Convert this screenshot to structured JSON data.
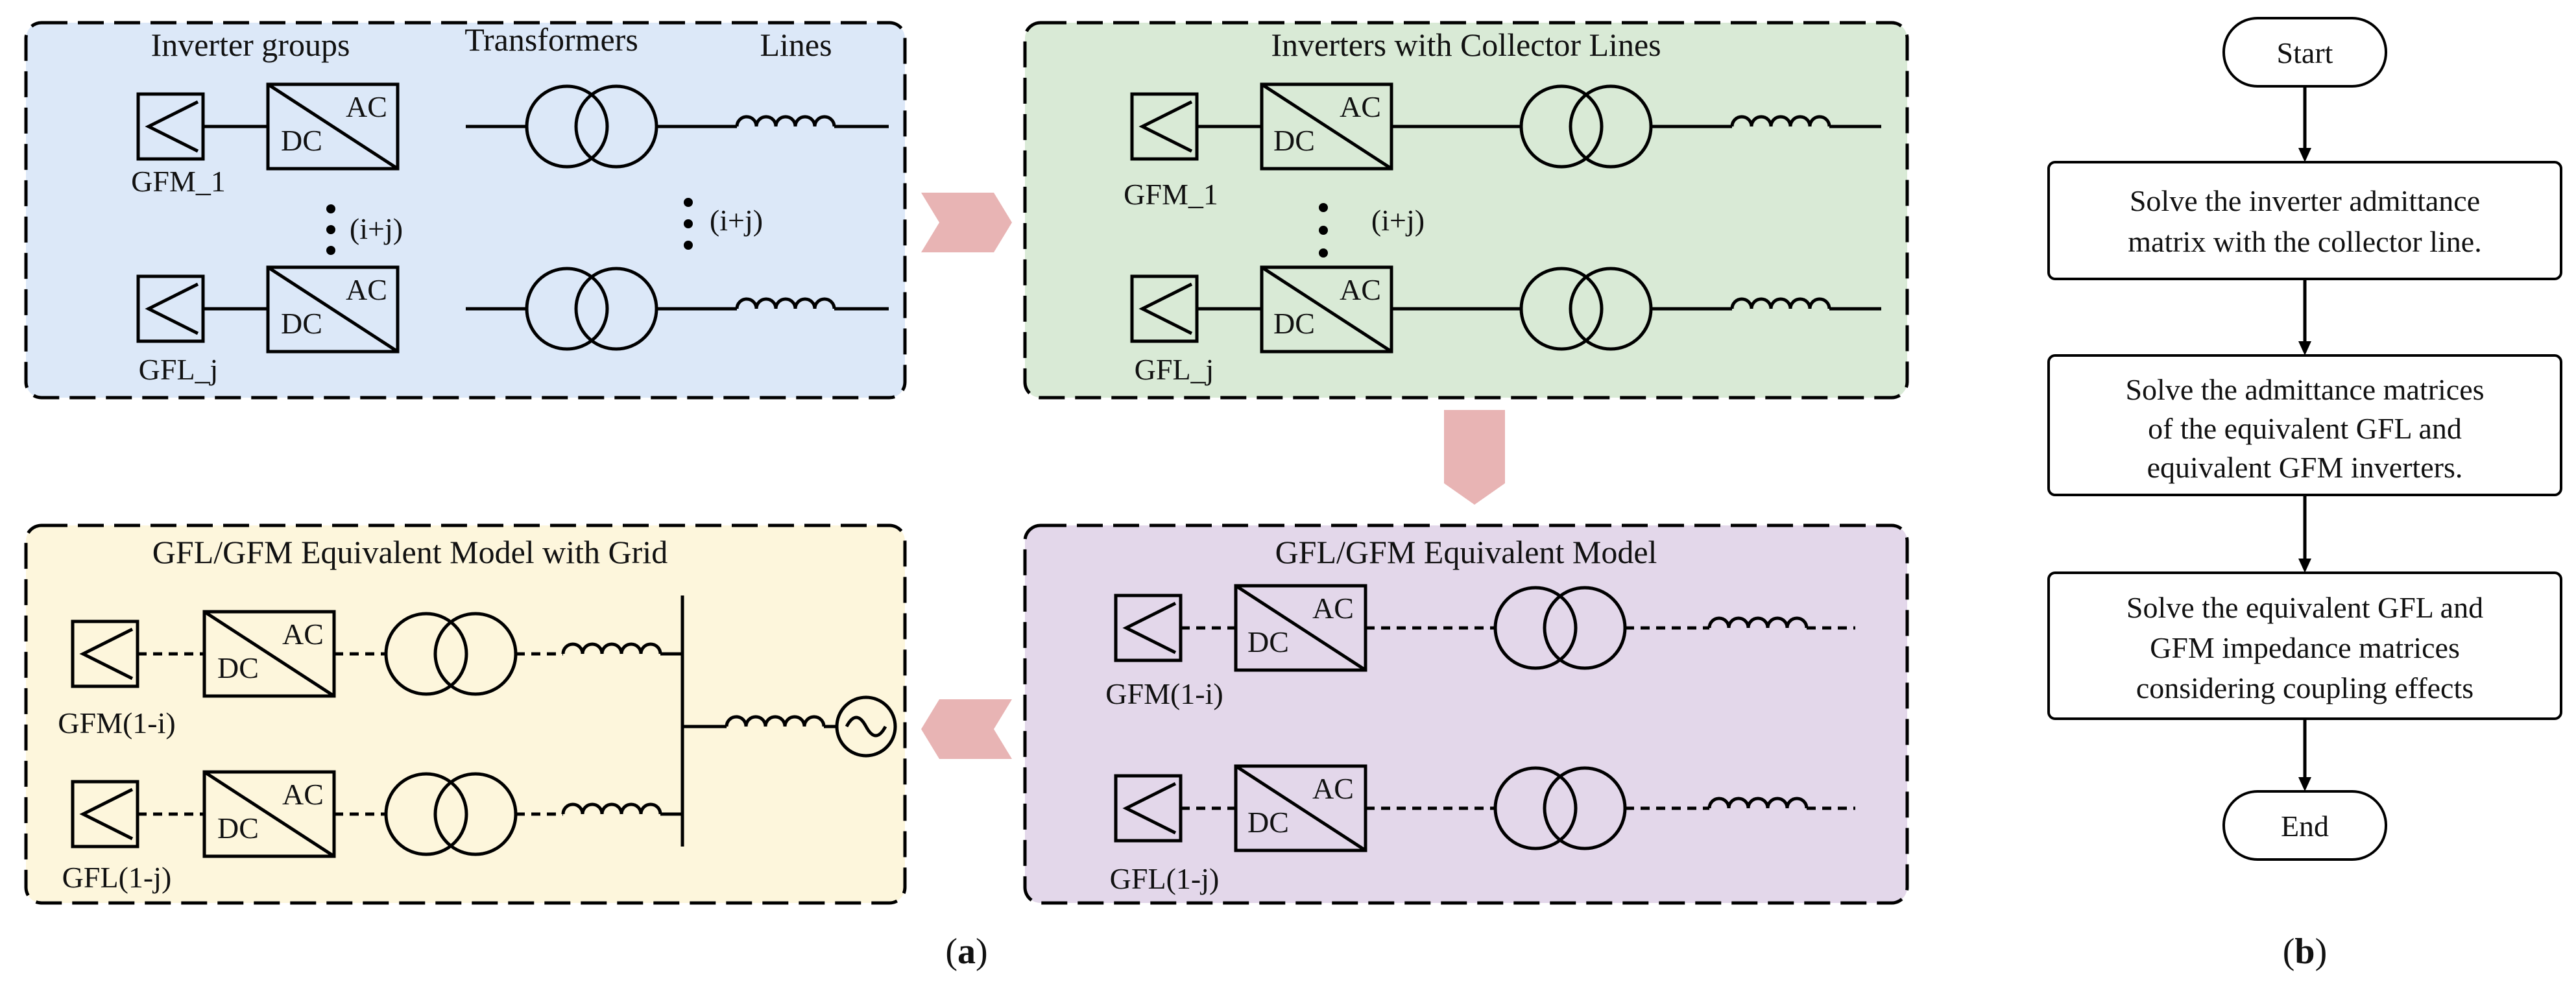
{
  "colors": {
    "panel_blue": "#dce8f8",
    "panel_green": "#d9ead6",
    "panel_yellow": "#fdf6dc",
    "panel_purple": "#e3d7ea",
    "arrow_pink": "#e8b4b4"
  },
  "panels": {
    "top_left": {
      "headers": [
        "Inverter groups",
        "Transformers",
        "Lines"
      ],
      "rows": [
        {
          "label": "GFM_1",
          "ac": "AC",
          "dc": "DC"
        },
        {
          "label": "GFL_j",
          "ac": "AC",
          "dc": "DC"
        }
      ],
      "count_inverters": "(i+j)",
      "count_transformers": "(i+j)"
    },
    "top_right": {
      "title": "Inverters with Collector Lines",
      "rows": [
        {
          "label": "GFM_1",
          "ac": "AC",
          "dc": "DC"
        },
        {
          "label": "GFL_j",
          "ac": "AC",
          "dc": "DC"
        }
      ],
      "count": "(i+j)"
    },
    "bottom_right": {
      "title": "GFL/GFM Equivalent Model",
      "rows": [
        {
          "label": "GFM(1-i)",
          "ac": "AC",
          "dc": "DC"
        },
        {
          "label": "GFL(1-j)",
          "ac": "AC",
          "dc": "DC"
        }
      ]
    },
    "bottom_left": {
      "title": "GFL/GFM Equivalent Model with Grid",
      "rows": [
        {
          "label": "GFM(1-i)",
          "ac": "AC",
          "dc": "DC"
        },
        {
          "label": "GFL(1-j)",
          "ac": "AC",
          "dc": "DC"
        }
      ]
    }
  },
  "flowchart": {
    "start": "Start",
    "steps": [
      [
        "Solve the inverter admittance",
        "matrix with the collector line."
      ],
      [
        "Solve the admittance matrices",
        "of the equivalent GFL and",
        "equivalent GFM inverters."
      ],
      [
        "Solve the equivalent GFL and",
        "GFM impedance matrices",
        "considering coupling effects"
      ]
    ],
    "end": "End"
  },
  "captions": {
    "a_open": "(",
    "a_letter": "a",
    "a_close": ")",
    "b_open": "(",
    "b_letter": "b",
    "b_close": ")"
  }
}
